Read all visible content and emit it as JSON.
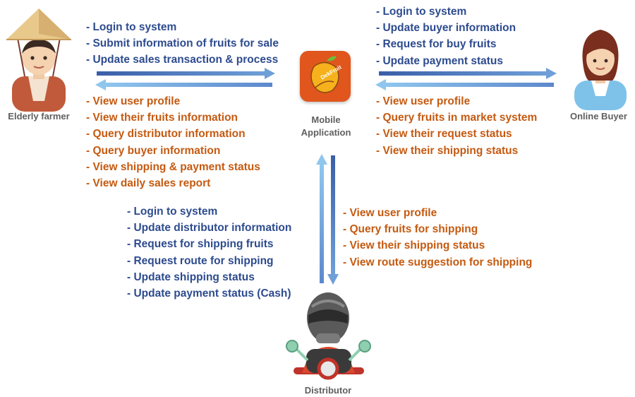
{
  "actors": {
    "farmer": {
      "label": "Elderly farmer",
      "icon": "farmer-avatar-icon"
    },
    "app": {
      "label_line1": "Mobile",
      "label_line2": "Application",
      "logo_text": "DekFruit",
      "icon": "mango-app-logo-icon"
    },
    "buyer": {
      "label": "Online Buyer",
      "icon": "buyer-avatar-icon"
    },
    "distributor": {
      "label": "Distributor",
      "icon": "motorcycle-rider-icon"
    }
  },
  "farmer_to_app": [
    "- Login to system",
    "- Submit information of fruits for sale",
    "- Update sales transaction & process"
  ],
  "app_to_farmer": [
    "- View user profile",
    "- View their fruits information",
    "- Query distributor information",
    "- Query buyer information",
    "- View shipping & payment status",
    "- View daily sales report"
  ],
  "buyer_to_app": [
    "- Login to system",
    "- Update buyer information",
    "- Request for buy fruits",
    "- Update payment status"
  ],
  "app_to_buyer": [
    "- View user profile",
    "- Query fruits in market system",
    "- View their request status",
    "- View their shipping status"
  ],
  "distributor_to_app": [
    "- Login to system",
    "- Update distributor information",
    "- Request for shipping fruits",
    "- Request route for shipping",
    "- Update shipping status",
    "- Update payment status (Cash)"
  ],
  "app_to_distributor": [
    "- View user profile",
    "- Query fruits for shipping",
    "- View their shipping status",
    "- View route suggestion for shipping"
  ],
  "colors": {
    "request_text": "#2d4b8e",
    "response_text": "#c55a11",
    "arrow_dark": "#3a5ea8",
    "arrow_light": "#7fb9e8",
    "app_logo_bg": "#e0561d"
  }
}
